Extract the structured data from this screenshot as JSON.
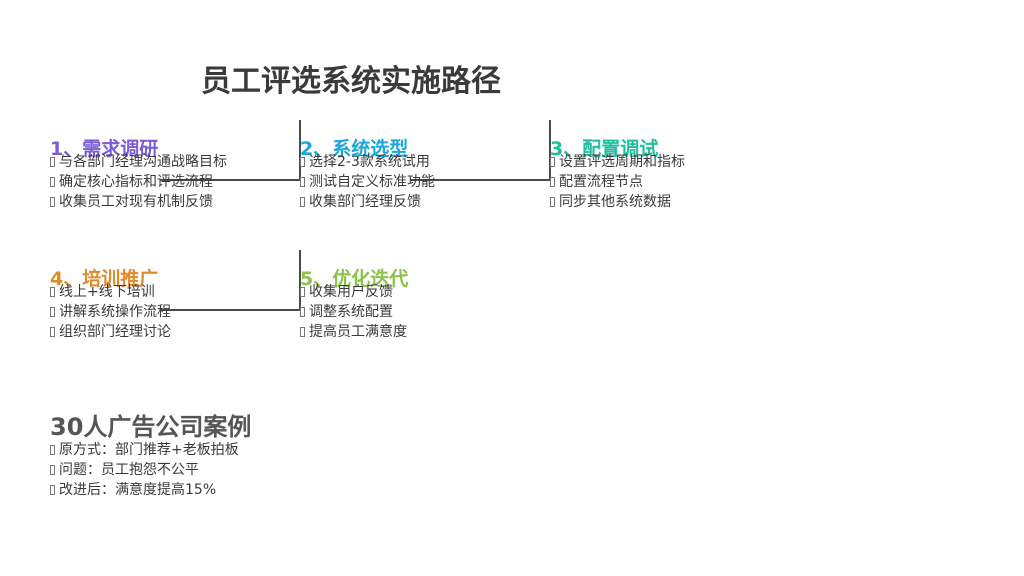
{
  "title": "员工评选系统实施路径",
  "colors": {
    "step1": "#7b5cd6",
    "step2": "#1aa7d9",
    "step3": "#1fbfa0",
    "step4": "#e08a2a",
    "step5": "#8bc34a",
    "connector": "#4a4a4a",
    "text": "#3a3a3a"
  },
  "steps": [
    {
      "label": "1、需求调研",
      "items": [
        "与各部门经理沟通战略目标",
        "确定核心指标和评选流程",
        "收集员工对现有机制反馈"
      ]
    },
    {
      "label": "2、系统选型",
      "items": [
        "选择2-3款系统试用",
        "测试自定义标准功能",
        "收集部门经理反馈"
      ]
    },
    {
      "label": "3、配置调试",
      "items": [
        "设置评选周期和指标",
        "配置流程节点",
        "同步其他系统数据"
      ]
    },
    {
      "label": "4、培训推广",
      "items": [
        "线上+线下培训",
        "讲解系统操作流程",
        "组织部门经理讨论"
      ]
    },
    {
      "label": "5、优化迭代",
      "items": [
        "收集用户反馈",
        "调整系统配置",
        "提高员工满意度"
      ]
    }
  ],
  "case": {
    "title": "30人广告公司案例",
    "items": [
      "原方式：部门推荐+老板拍板",
      "问题：员工抱怨不公平",
      "改进后：满意度提高15%"
    ]
  }
}
